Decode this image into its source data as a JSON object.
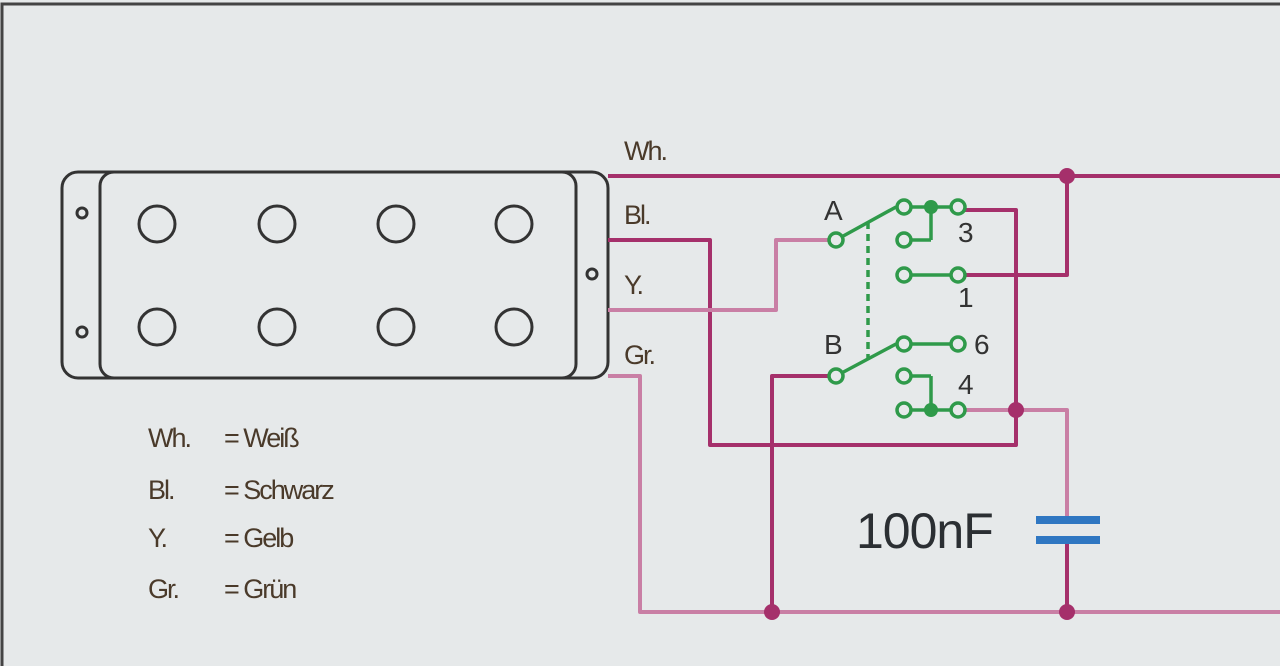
{
  "wires": {
    "white": "Wh.",
    "black": "Bl.",
    "yellow": "Y.",
    "green": "Gr."
  },
  "switch": {
    "pole_a": "A",
    "pole_b": "B",
    "terminals": [
      "3",
      "1",
      "6",
      "4"
    ]
  },
  "capacitor": {
    "label": "100nF"
  },
  "legend": [
    {
      "abbr": "Wh.",
      "meaning": "= Weiß"
    },
    {
      "abbr": "Bl.",
      "meaning": "= Schwarz"
    },
    {
      "abbr": "Y.",
      "meaning": "= Gelb"
    },
    {
      "abbr": "Gr.",
      "meaning": "= Grün"
    }
  ],
  "colors": {
    "wire": "#a5306b",
    "wire_light": "#c97fa5",
    "switch": "#2f9a4a",
    "capacitor": "#2f77c2",
    "pickup_outline": "#333333",
    "background": "#e6e9ea"
  }
}
